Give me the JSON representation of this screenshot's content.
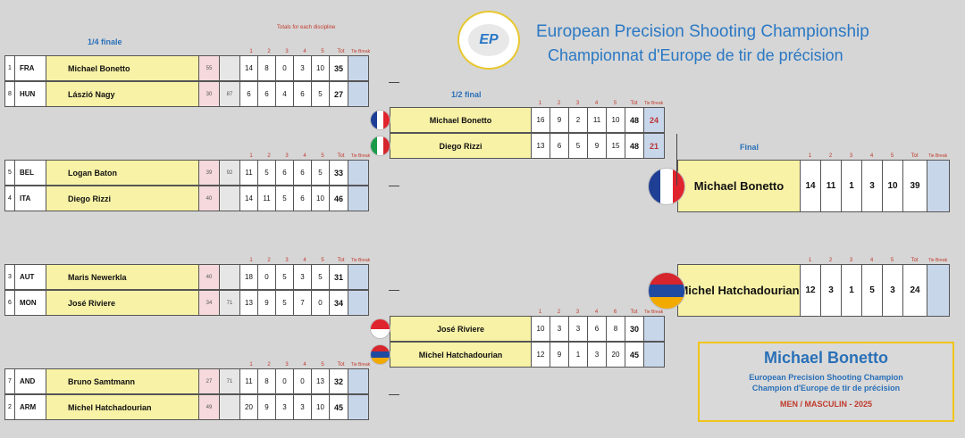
{
  "title": {
    "en": "European Precision Shooting Championship",
    "fr": "Championnat d'Europe de tir de précision"
  },
  "logo": {
    "text": "EP",
    "icon": "championship-logo-icon"
  },
  "labels": {
    "quarter": "1/4 finale",
    "totals": "Totals for each discipline",
    "semi": "1/2 final",
    "final": "Final",
    "tot": "Tot",
    "tie": "Tie Break"
  },
  "colors": {
    "accent": "#2a78c4",
    "name_cell": "#f8f2a6",
    "tie_cell": "#c8d6ea",
    "header_red": "#c0392b"
  },
  "quarter_finals": [
    {
      "header": [
        "1",
        "2",
        "3",
        "4",
        "5"
      ],
      "rows": [
        {
          "seed": "1",
          "nat": "FRA",
          "name": "Michael Bonetto",
          "q": "55",
          "q2": "",
          "scores": [
            "14",
            "8",
            "0",
            "3",
            "10"
          ],
          "tot": "35",
          "tie": ""
        },
        {
          "seed": "8",
          "nat": "HUN",
          "name": "Lászió Nagy",
          "q": "30",
          "q2": "87",
          "scores": [
            "6",
            "6",
            "4",
            "6",
            "5"
          ],
          "tot": "27",
          "tie": ""
        }
      ]
    },
    {
      "header": [
        "1",
        "2",
        "3",
        "4",
        "5"
      ],
      "rows": [
        {
          "seed": "5",
          "nat": "BEL",
          "name": "Logan Baton",
          "q": "39",
          "q2": "92",
          "scores": [
            "11",
            "5",
            "6",
            "6",
            "5"
          ],
          "tot": "33",
          "tie": ""
        },
        {
          "seed": "4",
          "nat": "ITA",
          "name": "Diego Rizzi",
          "q": "40",
          "q2": "",
          "scores": [
            "14",
            "11",
            "5",
            "6",
            "10"
          ],
          "tot": "46",
          "tie": ""
        }
      ]
    },
    {
      "header": [
        "1",
        "2",
        "3",
        "4",
        "5"
      ],
      "rows": [
        {
          "seed": "3",
          "nat": "AUT",
          "name": "Maris Newerkla",
          "q": "40",
          "q2": "",
          "scores": [
            "18",
            "0",
            "5",
            "3",
            "5"
          ],
          "tot": "31",
          "tie": ""
        },
        {
          "seed": "6",
          "nat": "MON",
          "name": "José Riviere",
          "q": "34",
          "q2": "71",
          "scores": [
            "13",
            "9",
            "5",
            "7",
            "0"
          ],
          "tot": "34",
          "tie": ""
        }
      ]
    },
    {
      "header": [
        "1",
        "2",
        "3",
        "4",
        "5"
      ],
      "rows": [
        {
          "seed": "7",
          "nat": "AND",
          "name": "Bruno Samtmann",
          "q": "27",
          "q2": "71",
          "scores": [
            "11",
            "8",
            "0",
            "0",
            "13"
          ],
          "tot": "32",
          "tie": ""
        },
        {
          "seed": "2",
          "nat": "ARM",
          "name": "Michel Hatchadourian",
          "q": "49",
          "q2": "",
          "scores": [
            "20",
            "9",
            "3",
            "3",
            "10"
          ],
          "tot": "45",
          "tie": ""
        }
      ]
    }
  ],
  "semi_finals": [
    {
      "header": [
        "1",
        "2",
        "3",
        "4",
        "5"
      ],
      "rows": [
        {
          "name": "Michael Bonetto",
          "flag": "france-flag-icon",
          "scores": [
            "16",
            "9",
            "2",
            "11",
            "10"
          ],
          "tot": "48",
          "tie": "24"
        },
        {
          "name": "Diego Rizzi",
          "flag": "italy-flag-icon",
          "scores": [
            "13",
            "6",
            "5",
            "9",
            "15"
          ],
          "tot": "48",
          "tie": "21"
        }
      ]
    },
    {
      "header": [
        "1",
        "2",
        "3",
        "4",
        "6"
      ],
      "rows": [
        {
          "name": "José Riviere",
          "flag": "monaco-flag-icon",
          "scores": [
            "10",
            "3",
            "3",
            "6",
            "8"
          ],
          "tot": "30",
          "tie": ""
        },
        {
          "name": "Michel Hatchadourian",
          "flag": "armenia-flag-icon",
          "scores": [
            "12",
            "9",
            "1",
            "3",
            "20"
          ],
          "tot": "45",
          "tie": ""
        }
      ]
    }
  ],
  "finals": [
    {
      "name": "Michael Bonetto",
      "flag": "france-flag-icon",
      "header": [
        "1",
        "2",
        "3",
        "4",
        "5"
      ],
      "scores": [
        "14",
        "11",
        "1",
        "3",
        "10"
      ],
      "tot": "39",
      "tie": ""
    },
    {
      "name": "Michel Hatchadourian",
      "flag": "armenia-flag-icon",
      "header": [
        "1",
        "2",
        "3",
        "4",
        "5"
      ],
      "scores": [
        "12",
        "3",
        "1",
        "5",
        "3"
      ],
      "tot": "24",
      "tie": ""
    }
  ],
  "champion": {
    "name": "Michael Bonetto",
    "line1": "European Precision Shooting Champion",
    "line2": "Champion d'Europe de tir de précision",
    "line3": "MEN / MASCULIN - 2025"
  }
}
